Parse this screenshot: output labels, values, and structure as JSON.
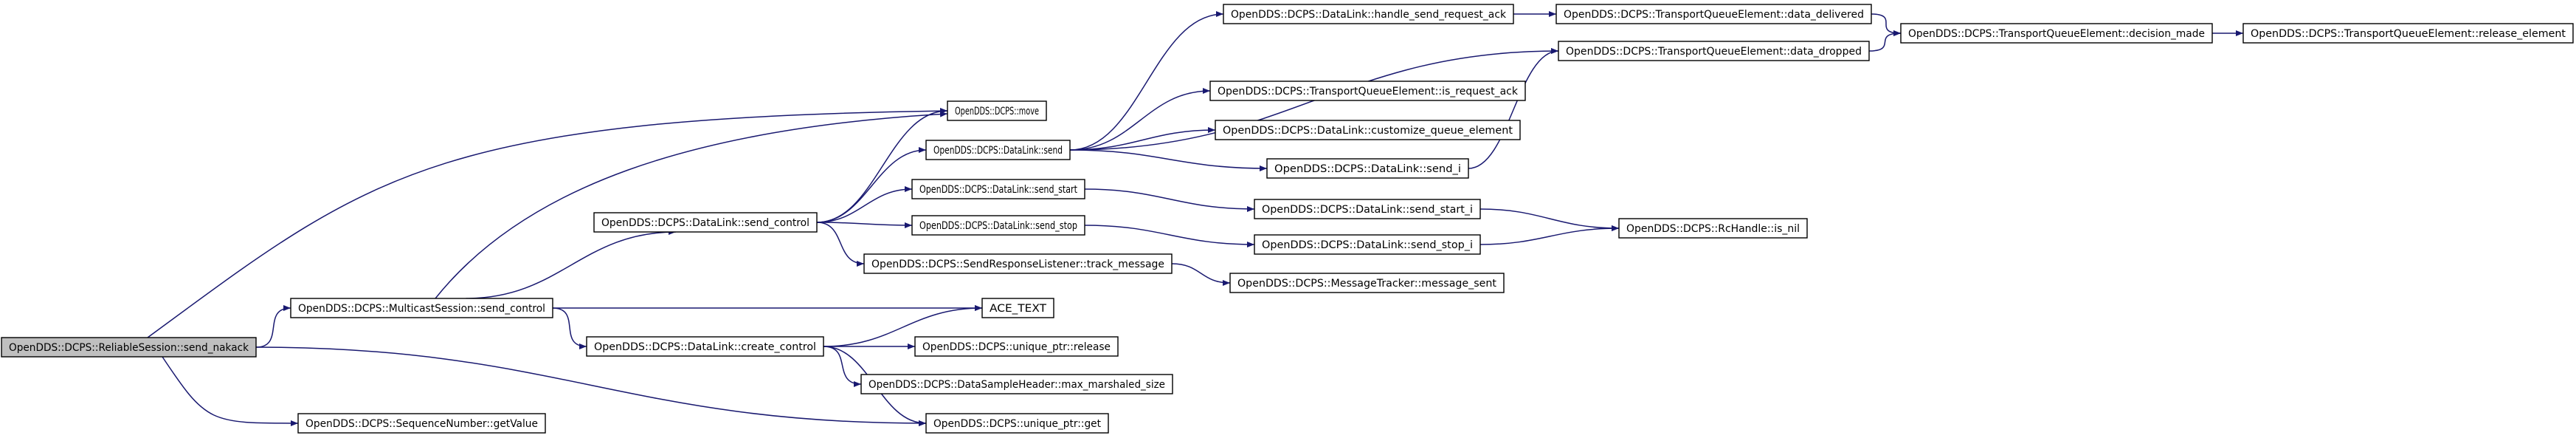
{
  "graph": {
    "nodes": [
      {
        "id": "n0",
        "label": "OpenDDS::DCPS::ReliableSession::send_nakack",
        "root": true
      },
      {
        "id": "n1",
        "label": "OpenDDS::DCPS::MulticastSession::send_control"
      },
      {
        "id": "n2",
        "label": "OpenDDS::DCPS::SequenceNumber::getValue"
      },
      {
        "id": "n3",
        "label": "OpenDDS::DCPS::DataLink::send_control"
      },
      {
        "id": "n4",
        "label": "OpenDDS::DCPS::DataLink::create_control"
      },
      {
        "id": "n5",
        "label": "OpenDDS::DCPS::move"
      },
      {
        "id": "n6",
        "label": "OpenDDS::DCPS::DataLink::send"
      },
      {
        "id": "n7",
        "label": "ACE_TEXT"
      },
      {
        "id": "n8",
        "label": "OpenDDS::DCPS::DataLink::send_start"
      },
      {
        "id": "n9",
        "label": "OpenDDS::DCPS::DataLink::send_stop"
      },
      {
        "id": "n10",
        "label": "OpenDDS::DCPS::SendResponseListener::track_message"
      },
      {
        "id": "n11",
        "label": "OpenDDS::DCPS::unique_ptr::release"
      },
      {
        "id": "n12",
        "label": "OpenDDS::DCPS::DataSampleHeader::max_marshaled_size"
      },
      {
        "id": "n13",
        "label": "OpenDDS::DCPS::unique_ptr::get"
      },
      {
        "id": "n14",
        "label": "OpenDDS::DCPS::DataLink::handle_send_request_ack"
      },
      {
        "id": "n15",
        "label": "OpenDDS::DCPS::TransportQueueElement::is_request_ack"
      },
      {
        "id": "n16",
        "label": "OpenDDS::DCPS::DataLink::customize_queue_element"
      },
      {
        "id": "n17",
        "label": "OpenDDS::DCPS::DataLink::send_i"
      },
      {
        "id": "n18",
        "label": "OpenDDS::DCPS::DataLink::send_start_i"
      },
      {
        "id": "n19",
        "label": "OpenDDS::DCPS::DataLink::send_stop_i"
      },
      {
        "id": "n20",
        "label": "OpenDDS::DCPS::MessageTracker::message_sent"
      },
      {
        "id": "n21",
        "label": "OpenDDS::DCPS::TransportQueueElement::data_delivered"
      },
      {
        "id": "n22",
        "label": "OpenDDS::DCPS::TransportQueueElement::data_dropped"
      },
      {
        "id": "n23",
        "label": "OpenDDS::DCPS::RcHandle::is_nil"
      },
      {
        "id": "n24",
        "label": "OpenDDS::DCPS::TransportQueueElement::decision_made"
      },
      {
        "id": "n25",
        "label": "OpenDDS::DCPS::TransportQueueElement::release_element"
      }
    ],
    "edges": [
      [
        "n0",
        "n1"
      ],
      [
        "n0",
        "n2"
      ],
      [
        "n0",
        "n5"
      ],
      [
        "n0",
        "n13"
      ],
      [
        "n1",
        "n3"
      ],
      [
        "n1",
        "n4"
      ],
      [
        "n1",
        "n5"
      ],
      [
        "n1",
        "n7"
      ],
      [
        "n3",
        "n5"
      ],
      [
        "n3",
        "n6"
      ],
      [
        "n3",
        "n8"
      ],
      [
        "n3",
        "n9"
      ],
      [
        "n3",
        "n10"
      ],
      [
        "n4",
        "n7"
      ],
      [
        "n4",
        "n11"
      ],
      [
        "n4",
        "n12"
      ],
      [
        "n4",
        "n13"
      ],
      [
        "n6",
        "n14"
      ],
      [
        "n6",
        "n15"
      ],
      [
        "n6",
        "n16"
      ],
      [
        "n6",
        "n17"
      ],
      [
        "n6",
        "n22"
      ],
      [
        "n8",
        "n18"
      ],
      [
        "n9",
        "n19"
      ],
      [
        "n10",
        "n20"
      ],
      [
        "n14",
        "n21"
      ],
      [
        "n17",
        "n22"
      ],
      [
        "n18",
        "n23"
      ],
      [
        "n19",
        "n23"
      ],
      [
        "n21",
        "n24"
      ],
      [
        "n22",
        "n24"
      ],
      [
        "n24",
        "n25"
      ]
    ]
  }
}
